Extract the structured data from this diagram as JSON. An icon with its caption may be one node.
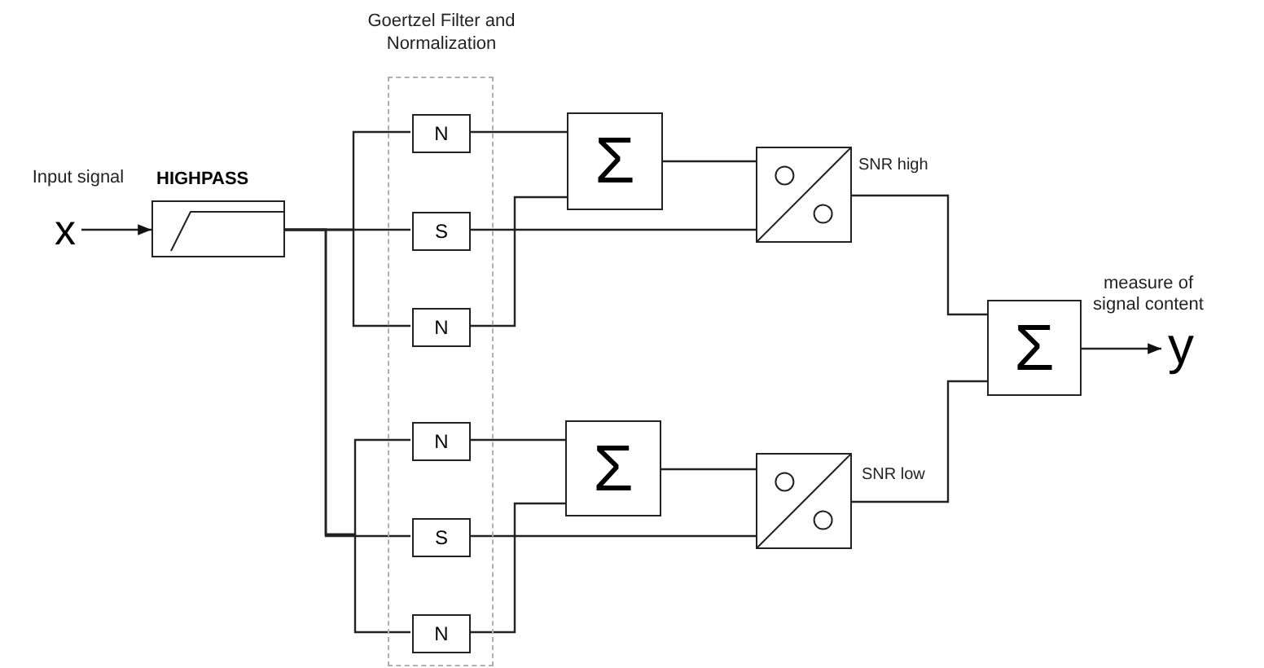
{
  "diagram": {
    "nodes": [
      {
        "text": [
          "x"
        ]
      },
      {
        "text": [
          "HIGHPASS"
        ]
      },
      {
        "text": [
          "Goertzel Filter and Normalization"
        ]
      },
      {
        "text": [
          "N"
        ],
        "in": 2
      },
      {
        "text": [
          "S"
        ],
        "in": 2
      },
      {
        "text": [
          "N"
        ],
        "in": 2
      },
      {
        "text": [
          "N"
        ],
        "in": 2
      },
      {
        "text": [
          "S"
        ],
        "in": 2
      },
      {
        "text": [
          "N"
        ],
        "in": 2
      },
      {
        "text": [
          "Σ"
        ]
      },
      {
        "text": [
          "Σ"
        ]
      },
      {
        "text": [],
        "shape": "box"
      },
      {
        "text": [],
        "shape": "box"
      },
      {
        "text": [
          "Σ"
        ]
      },
      {
        "text": [
          "y"
        ]
      }
    ],
    "edges": [
      {
        "from": 0,
        "to": 1,
        "arrow": "to"
      },
      {
        "from": 1,
        "to": 3,
        "arrow": "none"
      },
      {
        "from": 1,
        "to": 4,
        "arrow": "none"
      },
      {
        "from": 1,
        "to": 5,
        "arrow": "none"
      },
      {
        "from": 1,
        "to": 6,
        "arrow": "none"
      },
      {
        "from": 1,
        "to": 7,
        "arrow": "none"
      },
      {
        "from": 1,
        "to": 8,
        "arrow": "none"
      },
      {
        "from": 3,
        "to": 9,
        "arrow": "none"
      },
      {
        "from": 5,
        "to": 9,
        "arrow": "none"
      },
      {
        "from": 9,
        "to": 11,
        "arrow": "none"
      },
      {
        "from": 4,
        "to": 11,
        "arrow": "none"
      },
      {
        "from": 6,
        "to": 10,
        "arrow": "none"
      },
      {
        "from": 8,
        "to": 10,
        "arrow": "none"
      },
      {
        "from": 10,
        "to": 12,
        "arrow": "none"
      },
      {
        "from": 7,
        "to": 12,
        "arrow": "none"
      },
      {
        "from": 11,
        "to": 13,
        "arrow": "none",
        "label": "SNR high"
      },
      {
        "from": 12,
        "to": 13,
        "arrow": "none",
        "label": "SNR low"
      },
      {
        "from": 13,
        "to": 14,
        "arrow": "to"
      }
    ],
    "labels": [
      "Input signal",
      "measure of signal content"
    ]
  }
}
